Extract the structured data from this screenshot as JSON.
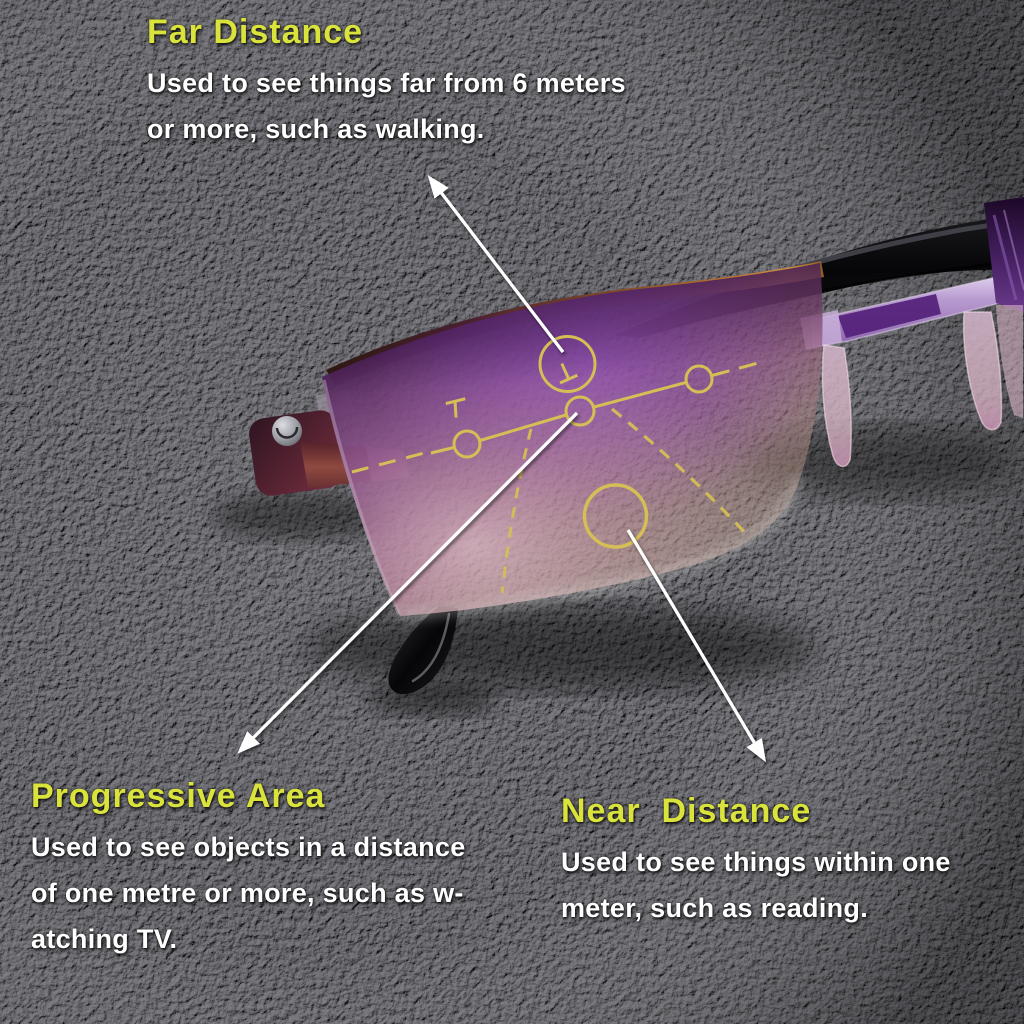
{
  "scene": {
    "subject": "rimless progressive multifocal reading glasses, folded, lying on a surface",
    "surface": "black pebbled leather texture",
    "lens_tint": "purple-to-clear anti-blue-light coating"
  },
  "annotations": {
    "far_distance": {
      "title": "Far Distance",
      "lines": [
        "Used to see things far from 6 meters",
        "or more, such as walking."
      ]
    },
    "progressive_area": {
      "title": "Progressive Area",
      "lines": [
        "Used to see objects in a distance",
        "of one metre or more, such as w-",
        "atching TV."
      ]
    },
    "near_distance": {
      "title": "Near  Distance",
      "lines": [
        "Used to see things within one",
        "meter, such as reading."
      ]
    }
  },
  "lens_zones": {
    "far_zone": "upper circle engraving",
    "progressive_corridor": "central circle with dashed corridor lines",
    "near_zone": "lower circle engraving"
  },
  "colors": {
    "title_text": "#d9e33c",
    "body_text": "#ffffff",
    "background_base": "#2e2e31",
    "lens_marking_gold": "#d4be55",
    "arrow_white": "#ffffff",
    "lens_purple": "#5c2a6e",
    "lens_amber_edge": "#b4702f",
    "frame_black": "#0b0b0e"
  }
}
